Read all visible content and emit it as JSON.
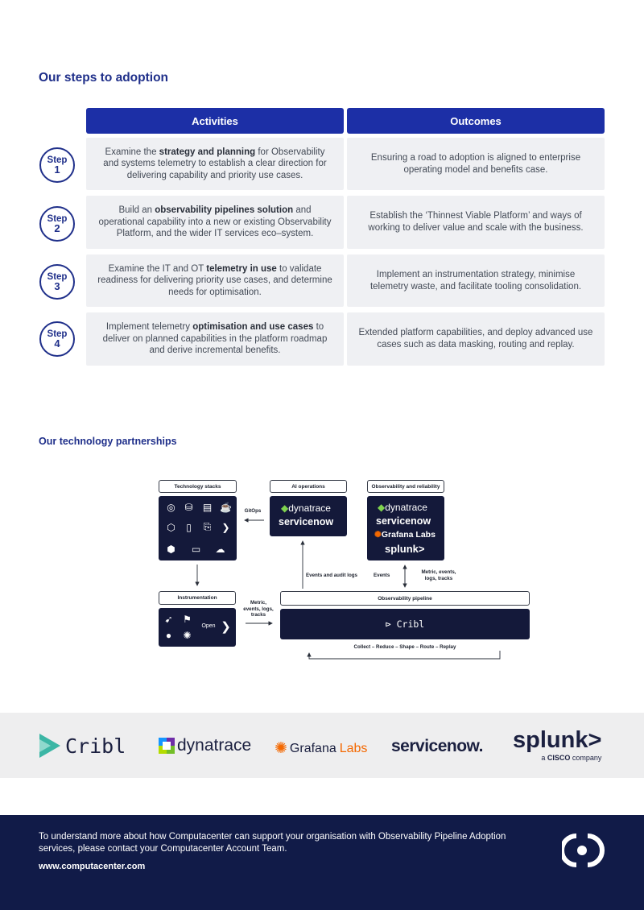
{
  "adoption": {
    "title": "Our steps to adoption",
    "col_activities": "Activities",
    "col_outcomes": "Outcomes",
    "step_word": "Step",
    "steps": [
      {
        "num": "1",
        "act_pre": "Examine the ",
        "act_bold": "strategy and planning",
        "act_post": " for Observability and systems telemetry to establish a clear direction for delivering capability and priority use cases.",
        "outcome": "Ensuring a road to adoption is aligned to enterprise operating model and benefits case."
      },
      {
        "num": "2",
        "act_pre": "Build an ",
        "act_bold": "observability pipelines solution",
        "act_post": " and operational capability into a new or existing Observability Platform, and the wider IT services eco–system.",
        "outcome": "Establish the ‘Thinnest Viable Platform’ and ways of working to deliver value and scale with the business."
      },
      {
        "num": "3",
        "act_pre": "Examine the IT and OT ",
        "act_bold": "telemetry in use",
        "act_post": " to validate readiness for delivering priority use cases, and determine needs for optimisation.",
        "outcome": "Implement an instrumentation strategy, minimise telemetry waste, and facilitate tooling consolidation."
      },
      {
        "num": "4",
        "act_pre": "Implement telemetry ",
        "act_bold": "optimisation and use cases",
        "act_post": " to deliver on planned capabilities in the platform roadmap and derive incremental benefits.",
        "outcome": "Extended platform capabilities, and deploy advanced use cases such as data masking, routing and replay."
      }
    ]
  },
  "partnerships": {
    "title": "Our technology partnerships",
    "diagram": {
      "tech_stacks": "Technology stacks",
      "ai_ops": "AI operations",
      "obs_rel": "Observability and reliability",
      "instrumentation": "Instrumentation",
      "obs_pipeline": "Observability pipeline",
      "gitops": "GitOps",
      "events_audit": "Events and audit logs",
      "events": "Events",
      "metric_right": "Metric, events, logs, tracks",
      "metric_left": "Metric, events, logs, tracks",
      "collect": "Collect – Reduce – Shape – Route – Replay",
      "dynatrace": "dynatrace",
      "servicenow": "servicenow",
      "grafana": "Grafana Labs",
      "splunk": "splunk>",
      "cribl": "Cribl",
      "otel": "Open"
    }
  },
  "logos": {
    "cribl": "Cribl",
    "dynatrace": "dynatrace",
    "grafana_a": "Grafana",
    "grafana_b": "Labs",
    "servicenow": "servicenow.",
    "splunk": "splunk>",
    "splunk_sub_a": "a",
    "splunk_sub_b": "CISCO",
    "splunk_sub_c": "company"
  },
  "footer": {
    "text": "To understand more about how Computacenter can support your organisation with Observability Pipeline Adoption services, please contact your Computacenter Account Team.",
    "url": "www.computacenter.com"
  },
  "colors": {
    "navy": "#1f2f8a",
    "header_blue": "#1c2fa6",
    "footer_bg": "#111b48",
    "cell_bg": "#eff0f3",
    "cribl_teal": "#3bb6a5",
    "grafana_orange": "#f46800"
  }
}
